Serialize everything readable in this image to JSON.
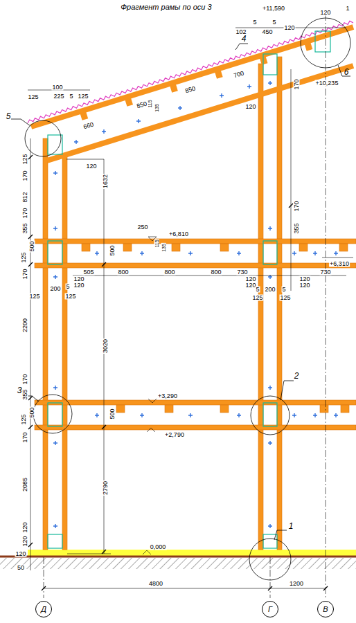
{
  "diagram": {
    "title": "Фрагмент рамы по оси 3",
    "nodes": [
      {
        "text": [
          "Д"
        ]
      },
      {
        "text": [
          "Г"
        ]
      },
      {
        "text": [
          "В"
        ]
      }
    ],
    "labels": [
      "+11,590",
      "120",
      "1",
      "5",
      "5",
      "102",
      "450",
      "120",
      "4",
      "6",
      "+10,235",
      "170",
      "120",
      "700",
      "850",
      "850",
      "660",
      "115",
      "135",
      "125",
      "100",
      "225",
      "5",
      "125",
      "120",
      "1632",
      "125",
      "170",
      "812",
      "170",
      "355",
      "125",
      "500",
      "170",
      "2200",
      "170",
      "355",
      "250",
      "+6,810",
      "500",
      "115",
      "135",
      "505",
      "800",
      "800",
      "800",
      "730",
      "120",
      "120",
      "120",
      "120",
      "730",
      "+6,310",
      "200",
      "5",
      "120",
      "120",
      "125",
      "125",
      "5",
      "200",
      "5",
      "125",
      "125",
      "3020",
      "170",
      "355",
      "500",
      "125",
      "170",
      "2085",
      "120",
      "120",
      "120",
      "50",
      "3",
      "2",
      "+3,290",
      "500",
      "+2,790",
      "2790",
      "0,000",
      "1",
      "4800",
      "1200",
      "5"
    ]
  }
}
